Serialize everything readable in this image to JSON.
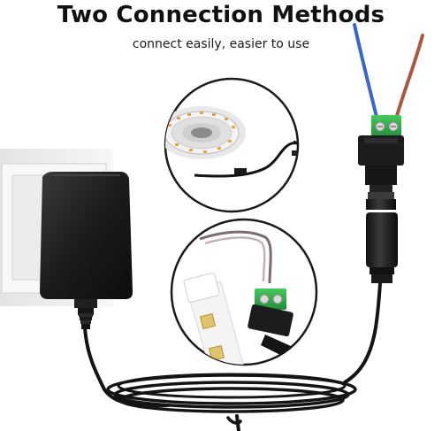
{
  "header": {
    "title": "Two Connection Methods",
    "subtitle": "connect easily, easier to use"
  },
  "colors": {
    "adapter_body": "#1b1b1d",
    "cable": "#141414",
    "terminal_green": "#2fb34a",
    "wire_blue": "#3b66c9",
    "wire_brown": "#a9583e",
    "wall": "#f2f2f2",
    "led_strip": "#f4f4f4"
  },
  "icons": [
    "power-adapter",
    "wall-socket",
    "dc-female-terminal",
    "led-strip-reel",
    "led-strip-connector"
  ]
}
